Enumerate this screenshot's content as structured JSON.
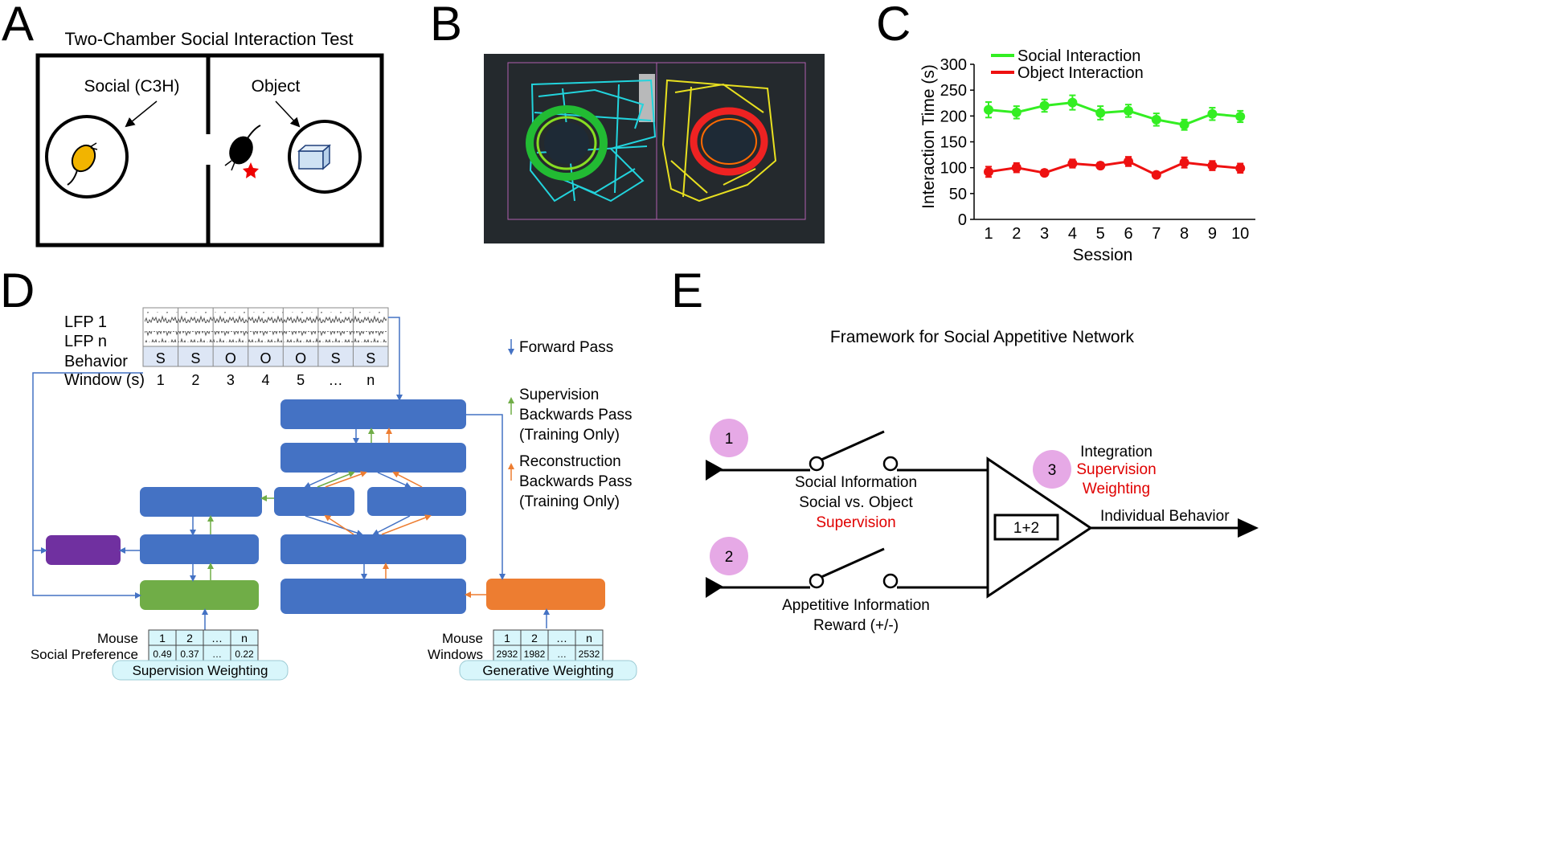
{
  "panel_labels": {
    "a": "A",
    "b": "B",
    "c": "C",
    "d": "D",
    "e": "E"
  },
  "panel_a": {
    "title": "Two-Chamber Social Interaction Test",
    "social_label": "Social (C3H)",
    "object_label": "Object"
  },
  "panel_c": {
    "colors": {
      "social": "#33ee22",
      "object": "#ee1111"
    }
  },
  "chart_data": {
    "type": "line",
    "title": "",
    "xlabel": "Session",
    "ylabel": "Interaction Time (s)",
    "ylim": [
      0,
      300
    ],
    "yticks": [
      "0",
      "50",
      "100",
      "150",
      "200",
      "250",
      "300"
    ],
    "categories": [
      "1",
      "2",
      "3",
      "4",
      "5",
      "6",
      "7",
      "8",
      "9",
      "10"
    ],
    "legend": "top-left",
    "series": [
      {
        "name": "Social Interaction",
        "values": [
          212,
          207,
          220,
          226,
          206,
          210,
          193,
          183,
          204,
          199
        ],
        "errors": [
          15,
          12,
          12,
          14,
          13,
          12,
          12,
          10,
          12,
          11
        ]
      },
      {
        "name": "Object Interaction",
        "values": [
          92,
          100,
          90,
          108,
          104,
          112,
          86,
          110,
          104,
          99
        ],
        "errors": [
          10,
          9,
          6,
          8,
          6,
          9,
          5,
          10,
          9,
          9
        ]
      }
    ]
  },
  "panel_d": {
    "lfp1": "LFP 1",
    "lfpn": "LFP n",
    "behavior": "Behavior",
    "window": "Window (s)",
    "behaviors": [
      "S",
      "S",
      "O",
      "O",
      "O",
      "S",
      "S"
    ],
    "windows": [
      "1",
      "2",
      "3",
      "4",
      "5",
      "…",
      "n"
    ],
    "legend_forward": "Forward Pass",
    "legend_sup": [
      "Supervision",
      "Backwards Pass",
      "(Training Only)"
    ],
    "legend_rec": [
      "Reconstruction",
      "Backwards Pass",
      "(Training Only)"
    ],
    "mouse_label": "Mouse",
    "social_pref_label": "Social Preference",
    "mouse_ids_left": [
      "1",
      "2",
      "…",
      "n"
    ],
    "pref_values": [
      "0.49",
      "0.37",
      "…",
      "0.22"
    ],
    "sup_weighting": "Supervision Weighting",
    "mouse_label2": "Mouse",
    "windows_label": "Windows",
    "mouse_ids_right": [
      "1",
      "2",
      "…",
      "n"
    ],
    "window_counts": [
      "2932",
      "1982",
      "…",
      "2532"
    ],
    "gen_weighting": "Generative Weighting"
  },
  "panel_e": {
    "title": "Framework for Social Appetitive Network",
    "circle1": "1",
    "circle2": "2",
    "circle3": "3",
    "social_info": "Social Information",
    "social_vs": "Social vs. Object",
    "supervision": "Supervision",
    "appetitive": "Appetitive Information",
    "reward": "Reward (+/-)",
    "integration": "Integration",
    "sup_weighting": [
      "Supervision",
      "Weighting"
    ],
    "sum": "1+2",
    "output": "Individual Behavior"
  }
}
